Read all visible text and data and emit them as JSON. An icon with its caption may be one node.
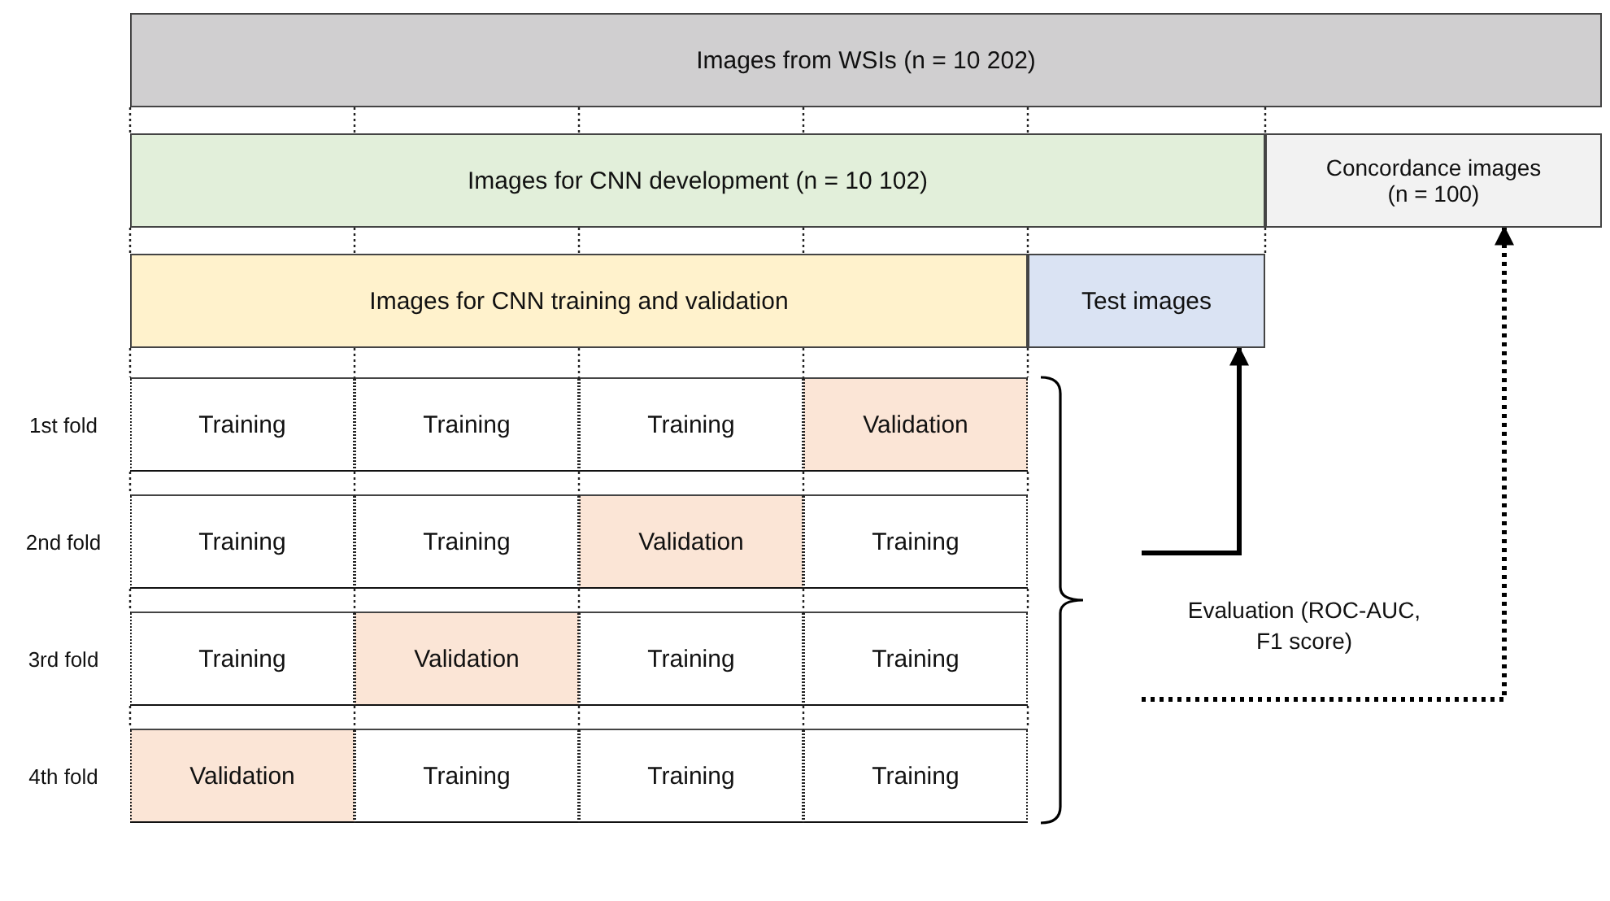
{
  "diagram": {
    "nodes": [
      {
        "text": [
          "Images from WSIs (n = 10 202)"
        ]
      },
      {
        "text": [
          "Images for CNN development (n = 10 102)"
        ]
      },
      {
        "text": [
          "Concordance images (n = 100)"
        ]
      },
      {
        "text": [
          "Images for CNN training and validation"
        ]
      },
      {
        "text": [
          "Test images"
        ]
      },
      {
        "text": [
          "Training"
        ]
      },
      {
        "text": [
          "Training"
        ]
      },
      {
        "text": [
          "Training"
        ]
      },
      {
        "text": [
          "Validation"
        ]
      },
      {
        "text": [
          "Training"
        ]
      },
      {
        "text": [
          "Training"
        ]
      },
      {
        "text": [
          "Validation"
        ]
      },
      {
        "text": [
          "Training"
        ]
      },
      {
        "text": [
          "Training"
        ]
      },
      {
        "text": [
          "Validation"
        ]
      },
      {
        "text": [
          "Training"
        ]
      },
      {
        "text": [
          "Training"
        ]
      },
      {
        "text": [
          "Validation"
        ]
      },
      {
        "text": [
          "Training"
        ]
      },
      {
        "text": [
          "Training"
        ]
      },
      {
        "text": [
          "Training"
        ]
      },
      {
        "text": [
          "Evaluation (ROC-AUC, F1 score)"
        ]
      }
    ],
    "edges": [
      {
        "from": 21,
        "to": 4,
        "arrow": "to"
      },
      {
        "from": 21,
        "to": 2,
        "arrow": "to",
        "style": "dashed"
      }
    ],
    "labels": [
      "1st fold",
      "2nd fold",
      "3rd fold",
      "4th fold"
    ]
  }
}
